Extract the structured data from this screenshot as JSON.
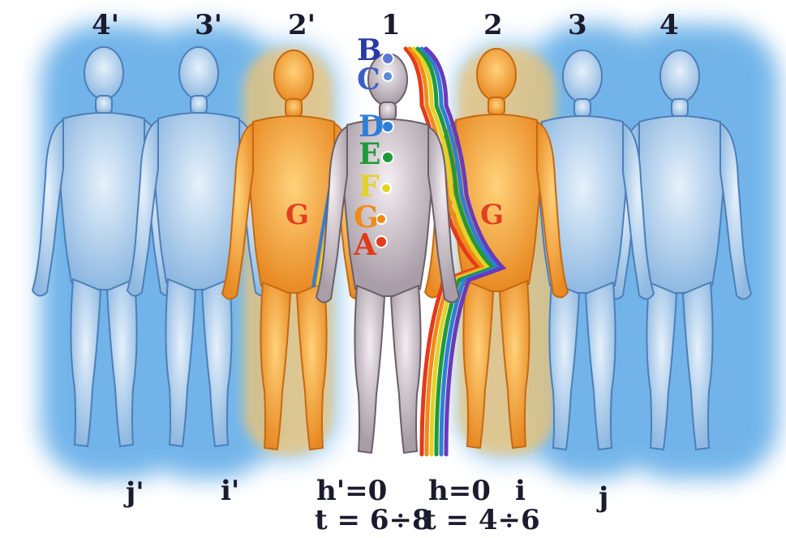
{
  "figures": {
    "top_labels": [
      "4'",
      "3'",
      "2'",
      "1",
      "2",
      "3",
      "4"
    ],
    "female_level_mark": "'"
  },
  "chakras": [
    {
      "letter": "B",
      "color": "#2a3aa6"
    },
    {
      "letter": "C",
      "color": "#3a5fc6"
    },
    {
      "letter": "D",
      "color": "#2e7fd8"
    },
    {
      "letter": "E",
      "color": "#1f9a3a"
    },
    {
      "letter": "F",
      "color": "#e3d327"
    },
    {
      "letter": "G",
      "color": "#f08a1a"
    },
    {
      "letter": "A",
      "color": "#e33a1a"
    }
  ],
  "body_letter": "G",
  "bottom": {
    "j_prime": "j'",
    "i_prime": "i'",
    "h_prime": "h'=0",
    "h": "h=0",
    "i": "i",
    "j": "j",
    "t_left": "t = 6÷8",
    "t_right": "t = 4÷6"
  },
  "colors": {
    "aura_blue": "#5aa8e6",
    "body_blue": "#bcd6f0",
    "body_orange": "#f2a441",
    "body_gray": "#d8d0d6",
    "label_dark": "#1b1b2e"
  }
}
